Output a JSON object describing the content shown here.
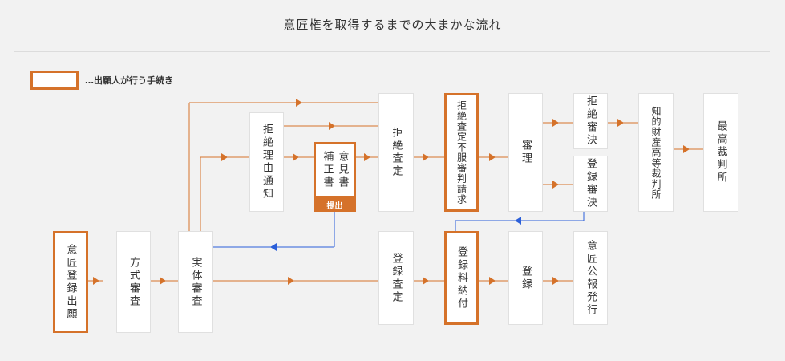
{
  "title": "意匠権を取得するまでの大まかな流れ",
  "legend": {
    "text": "…出願人が行う手続き"
  },
  "nodes": {
    "application": "意匠登録出願",
    "formality": "方式審査",
    "substantive": "実体審査",
    "rejection_notice": "拒絶理由通知",
    "opinion": "意見書",
    "amendment": "補正書",
    "submit": "提出",
    "rejection_decision": "拒絶査定",
    "appeal_request": "拒絶査定不服審判請求",
    "trial": "審理",
    "rejection_trial_decision": "拒絶審決",
    "registration_trial_decision": "登録審決",
    "ip_high_court": "知的財産高等裁判所",
    "supreme_court": "最高裁判所",
    "registration_decision": "登録査定",
    "fee_payment": "登録料納付",
    "registration": "登録",
    "gazette": "意匠公報発行"
  },
  "colors": {
    "accent": "#d5722a",
    "feedback": "#2b5fd9",
    "box_border": "#e0e0e0",
    "background": "#f2f2f2"
  }
}
